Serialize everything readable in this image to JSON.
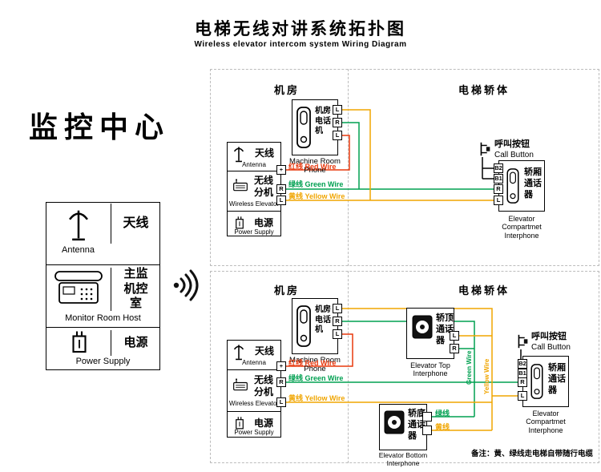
{
  "colors": {
    "red_wire": "#e8380d",
    "green_wire": "#00a051",
    "yellow_wire": "#f0a500"
  },
  "header": {
    "title": "电梯无线对讲系统拓扑图",
    "subtitle": "Wireless elevator intercom system Wiring Diagram"
  },
  "monitor_center": {
    "title": "监控中心",
    "antenna_zh": "天线",
    "antenna_en": "Antenna",
    "host_zh": "主监机控室",
    "host_en": "Monitor Room Host",
    "power_zh": "电源",
    "power_en": "Power Supply"
  },
  "zones": {
    "machine_room": "机房",
    "elevator_body": "电梯轿体"
  },
  "units": {
    "machine_phone": {
      "zh": "机房电话机",
      "en": "Machine Room Phone"
    },
    "wireless": {
      "antenna_zh": "天线",
      "antenna_en": "Antenna",
      "zh": "无线分机",
      "en": "Wireless Elevator",
      "power_zh": "电源",
      "power_en": "Power Supply"
    },
    "call_button": {
      "zh": "呼叫按钮",
      "en": "Call Button"
    },
    "compartment": {
      "zh": "轿厢通话器",
      "en": "Elevator Compartmet Interphone"
    },
    "top_interphone": {
      "zh": "轿顶通话器",
      "en": "Elevator Top Interphone"
    },
    "bottom_interphone": {
      "zh": "轿底通话器",
      "en": "Elevator Bottom Interphone"
    }
  },
  "wires": {
    "red": "红线 Red Wire",
    "green": "绿线 Green Wire",
    "yellow": "黄线 Yellow Wire",
    "green_en": "Green Wire",
    "yellow_en": "Yellow Wire",
    "green_zh": "绿线",
    "yellow_zh": "黄线"
  },
  "terminals": {
    "l": "L",
    "r": "R",
    "plus": "+",
    "b1": "B1",
    "b2": "B2"
  },
  "note": "备注：黄、绿线走电梯自带随行电缆"
}
